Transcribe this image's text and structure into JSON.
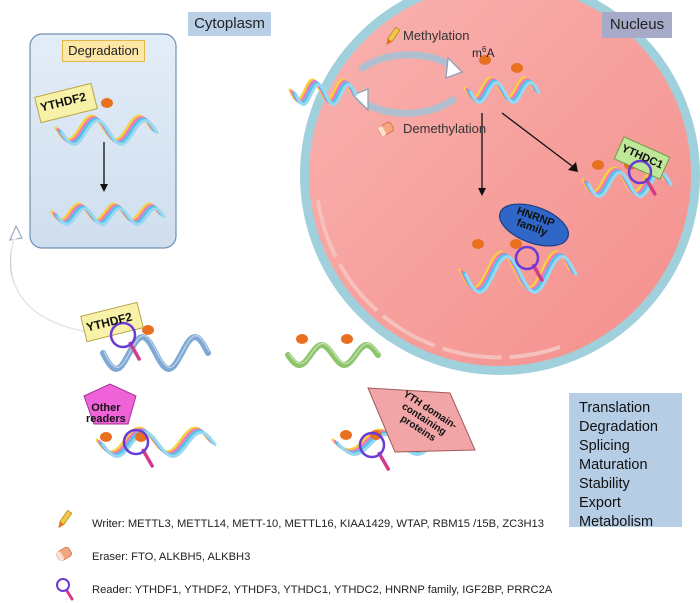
{
  "labels": {
    "cytoplasm": "Cytoplasm",
    "nucleus": "Nucleus",
    "degradation": "Degradation",
    "methylation": "Methylation",
    "demethylation": "Demethylation",
    "m6a_base": "m",
    "m6a_sup": "6",
    "m6a_tail": "A"
  },
  "readers_tags": {
    "ythdf2_top": "YTHDF2",
    "ythdf2_mid": "YTHDF2",
    "ythdc1": "YTHDC1",
    "hnrnp_line1": "HNRNP",
    "hnrnp_line2": "family",
    "other_line1": "Other",
    "other_line2": "readers",
    "yth_line1": "YTH domain-",
    "yth_line2": "containing",
    "yth_line3": "proteins"
  },
  "outcomes": [
    "Translation",
    "Degradation",
    "Splicing",
    "Maturation",
    "Stability",
    "Export",
    "Metabolism"
  ],
  "legend": {
    "writer": "Writer: METTL3, METTL14, METT-10, METTL16, KIAA1429, WTAP, RBM15 /15B, ZC3H13",
    "eraser": "Eraser: FTO, ALKBH5, ALKBH3",
    "reader": "Reader: YTHDF1, YTHDF2, YTHDF3, YTHDC1, YTHDC2, HNRNP family, IGF2BP, PRRC2A"
  },
  "colors": {
    "nucleus_fill": "#f7a3a0",
    "nucleus_rim": "#9fd0dc",
    "cyto_box": "#b9cfe5",
    "nucleus_box": "#a8aac9",
    "degradation_box": "#fce7a6",
    "panel_fill": "#dce8f4",
    "m6a_dot": "#e8701f",
    "reader_ring": "#6a3bd6",
    "reader_handle": "#d43a8a",
    "ythdf2_tag": "#f8f1a8",
    "ythdc1_tag": "#bfe79a",
    "hnrnp_tag": "#2f66c7",
    "other_tag": "#f063d8",
    "yth_tag": "#f1a5a6",
    "outcome_box": "#b6cde6"
  }
}
